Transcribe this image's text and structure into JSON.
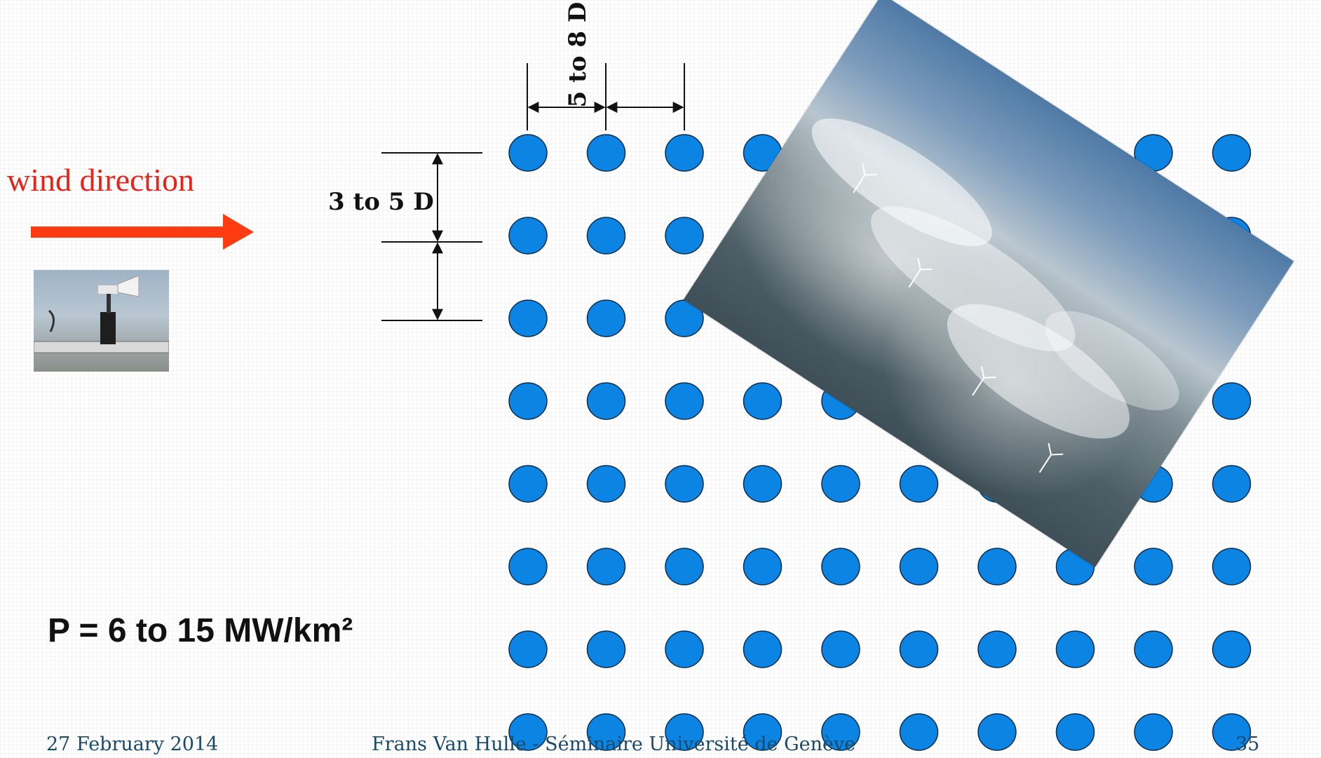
{
  "wind_label": "wind direction",
  "power_label": "P = 6 to 15 MW/km²",
  "row_spacing_label": "3 to 5 D",
  "col_spacing_label": "5 to 8 D",
  "footer": {
    "date": "27 February 2014",
    "credit": "Frans Van Hulle - Séminaire Université de Genève",
    "page": "35"
  },
  "turbine_grid": {
    "rows": 8,
    "cols": 10
  },
  "colors": {
    "turbine_fill": "#0b84e3",
    "arrow": "#ff3b12",
    "wind_text": "#e8241a",
    "footer_text": "#1a4a6a"
  },
  "icons": [
    "wind-vane-photo",
    "offshore-wind-farm-photo"
  ]
}
